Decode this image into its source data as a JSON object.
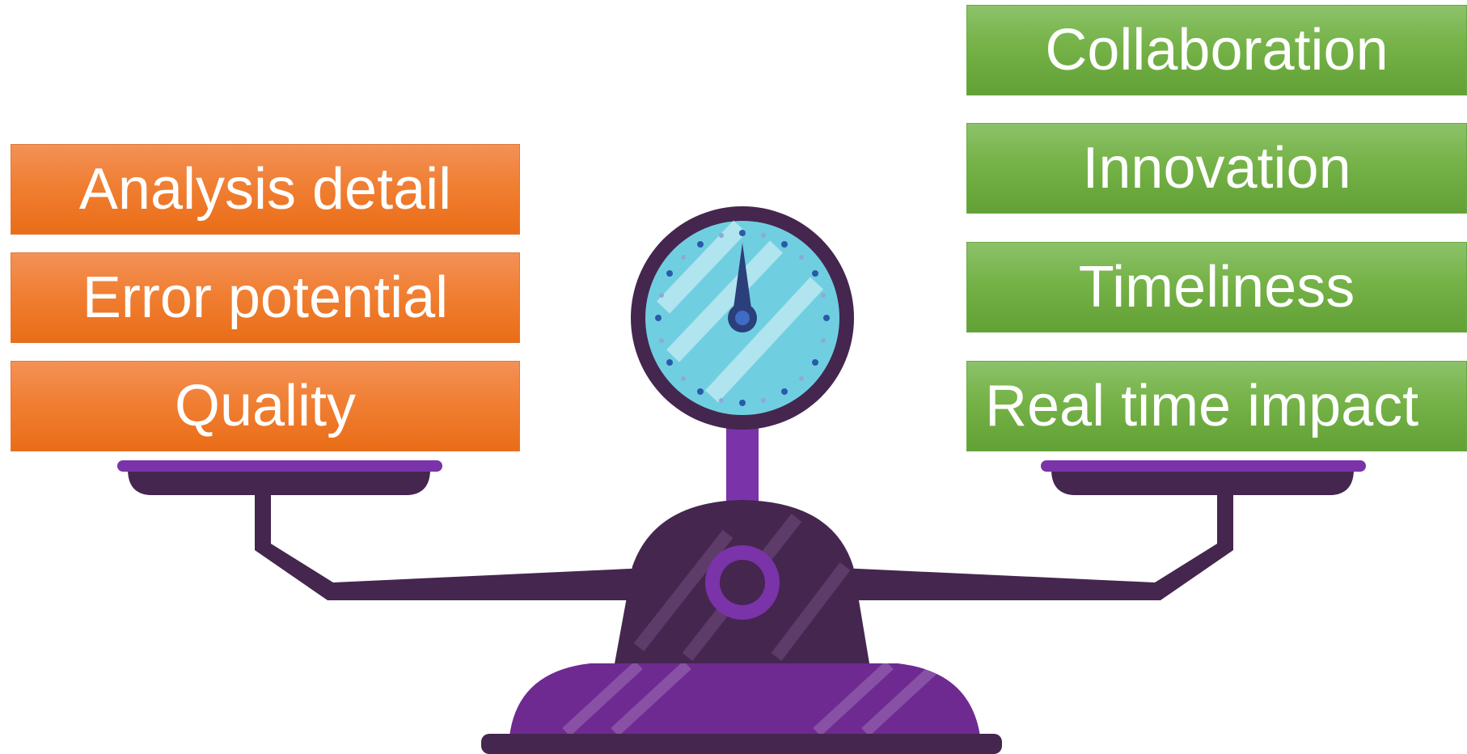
{
  "left_pan_items": [
    {
      "label": "Analysis detail"
    },
    {
      "label": "Error potential"
    },
    {
      "label": "Quality"
    }
  ],
  "right_pan_items": [
    {
      "label": "Collaboration"
    },
    {
      "label": "Innovation"
    },
    {
      "label": "Timeliness"
    },
    {
      "label": "Real time impact"
    }
  ],
  "colors": {
    "left_boxes": "#f07f33",
    "right_boxes": "#75b247",
    "scale_dark": "#45264f",
    "scale_purple": "#6e2a91",
    "dial_face": "#6fcfe0"
  }
}
